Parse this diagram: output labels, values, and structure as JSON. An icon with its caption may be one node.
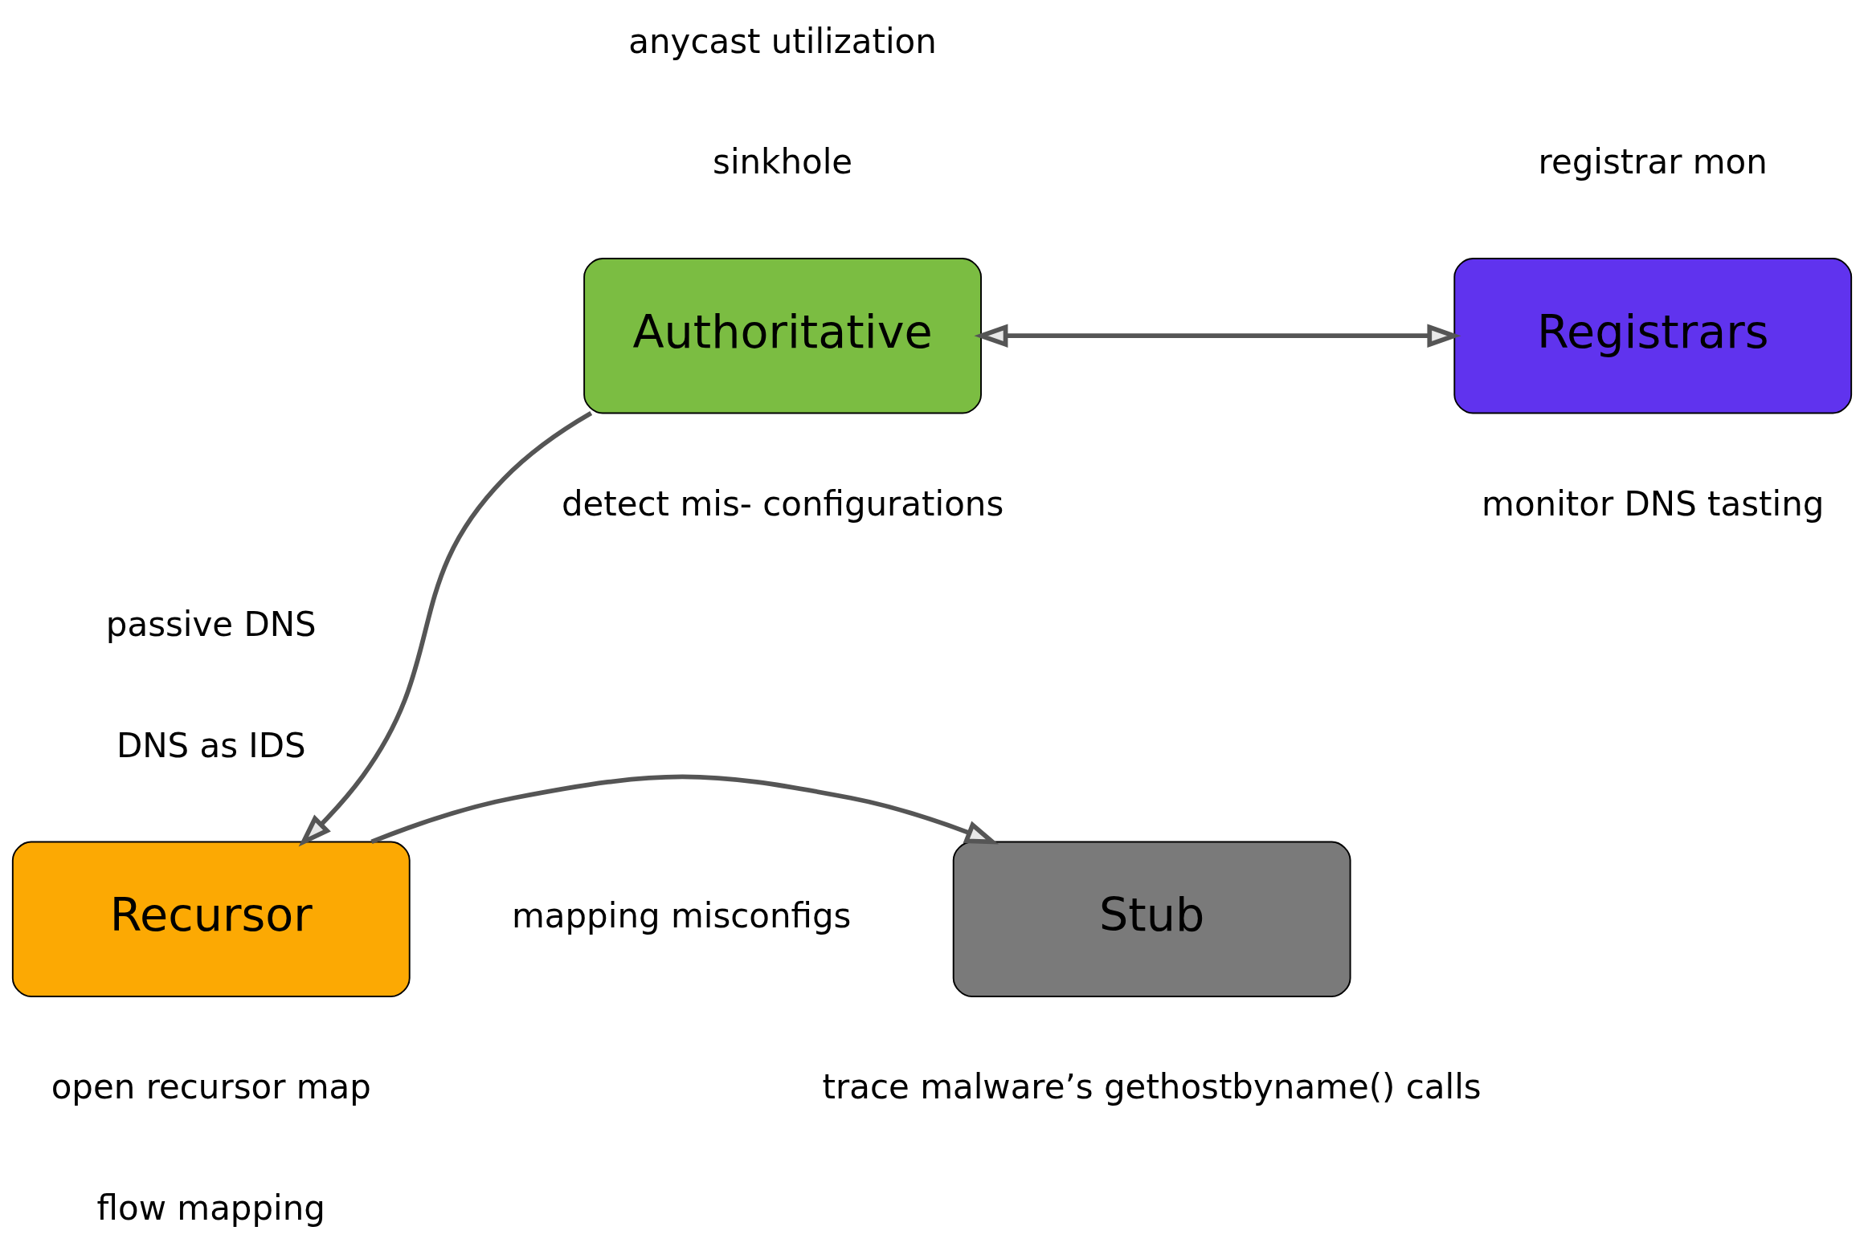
{
  "diagram": {
    "nodes": [
      {
        "text": [
          "Authoritative"
        ],
        "beside": [
          "anycast utilization",
          "sinkhole",
          "detect mis- configurations"
        ]
      },
      {
        "text": [
          "Registrars"
        ],
        "beside": [
          "registrar mon",
          "monitor DNS tasting"
        ]
      },
      {
        "text": [
          "Stub"
        ],
        "beside": [
          "trace malware’s gethostbyname() calls"
        ]
      },
      {
        "text": [
          "Recursor"
        ],
        "beside": [
          "passive DNS",
          "DNS as IDS",
          "mapping misconfigs",
          "open recursor map",
          "flow mapping"
        ]
      }
    ],
    "edges": [
      {
        "from": 0,
        "to": 1,
        "arrow": "both"
      },
      {
        "from": 0,
        "to": 3,
        "arrow": "to"
      },
      {
        "from": 3,
        "to": 2,
        "arrow": "to"
      }
    ]
  }
}
